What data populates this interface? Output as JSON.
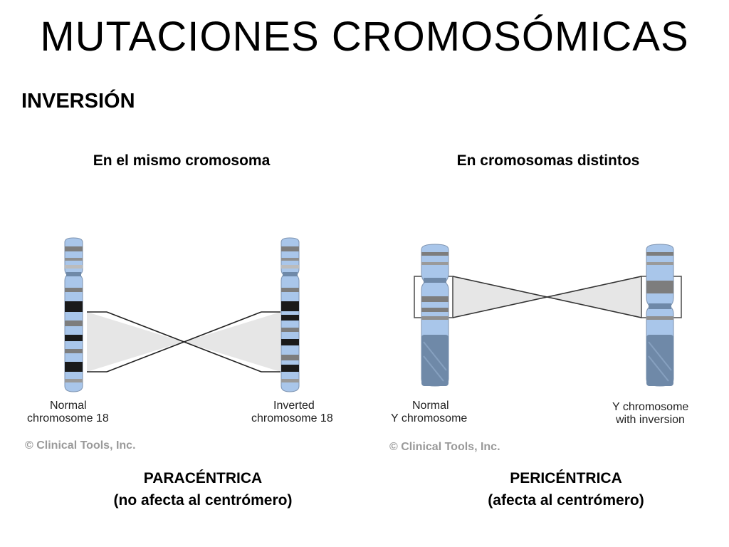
{
  "title": "MUTACIONES CROMOSÓMICAS",
  "subtitle": "INVERSIÓN",
  "left": {
    "heading": "En el mismo cromosoma",
    "normal_label": [
      "Normal",
      "chromosome 18"
    ],
    "inverted_label": [
      "Inverted",
      "chromosome 18"
    ],
    "copyright": "© Clinical Tools, Inc.",
    "caption_line1": "PARACÉNTRICA",
    "caption_line2": "(no afecta al centrómero)"
  },
  "right": {
    "heading": "En cromosomas distintos",
    "normal_label": [
      "Normal",
      "Y chromosome"
    ],
    "inverted_label": [
      "Y chromosome",
      "with inversion"
    ],
    "copyright": "© Clinical Tools, Inc.",
    "caption_line1": "PERICÉNTRICA",
    "caption_line2": "(afecta al centrómero)"
  },
  "colors": {
    "chromosome_light": "#a9c6ea",
    "chromosome_band_dark": "#1a1a1a",
    "chromosome_band_gray": "#7d7d7d",
    "heterochromatin": "#6f89a8",
    "connector_fill": "#e6e6e6"
  }
}
